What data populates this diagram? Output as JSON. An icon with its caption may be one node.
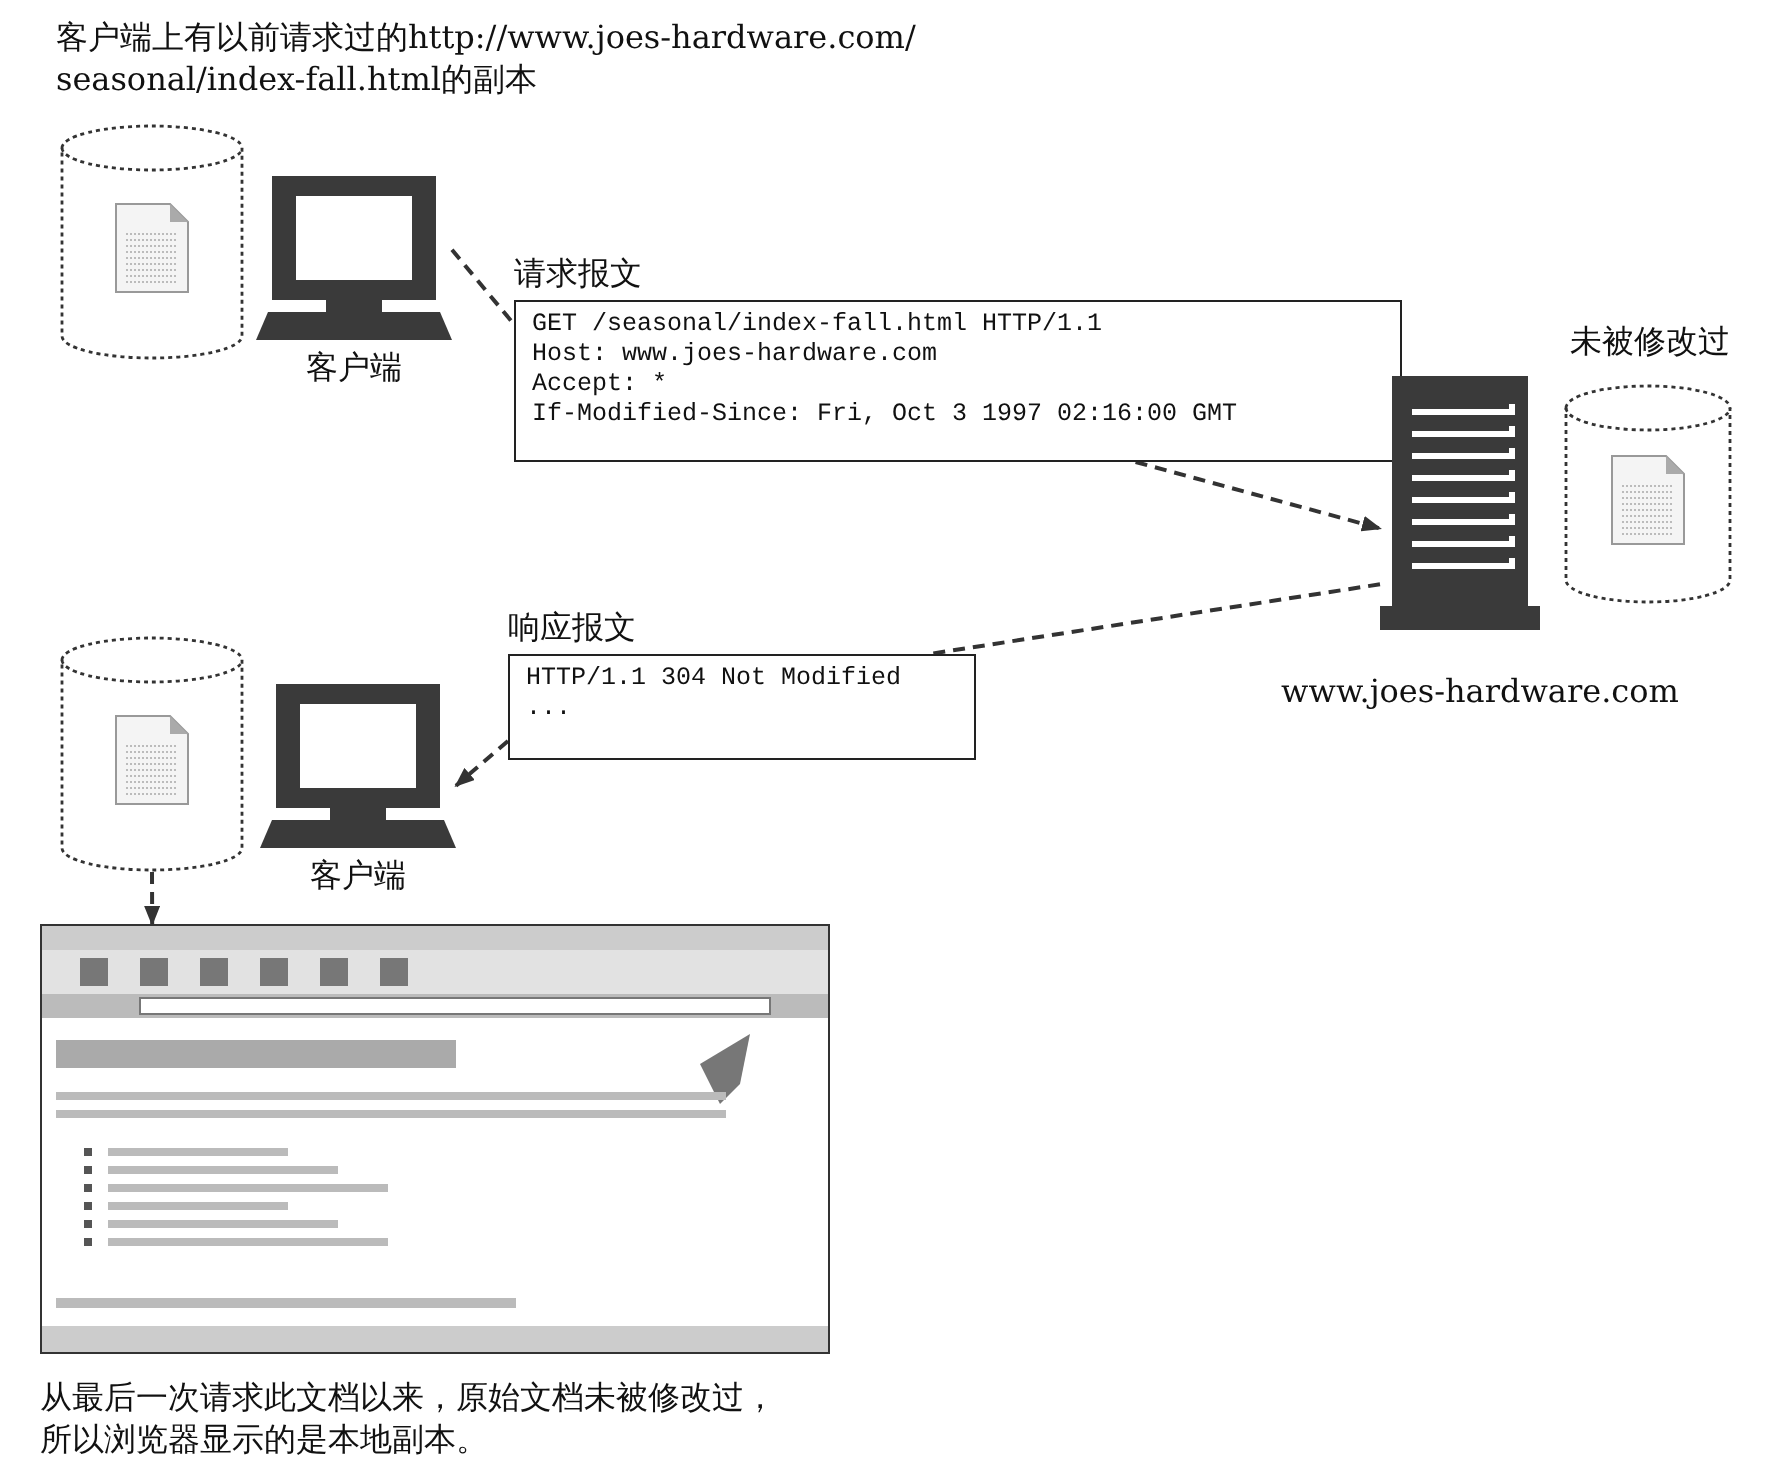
{
  "diagram": {
    "nodes": [
      {
        "text": [],
        "shape": "cylinder"
      },
      {
        "text": [],
        "shape": "picture",
        "beside": [
          "客户端"
        ]
      },
      {
        "text": [
          "请求报文",
          "GET /seasonal/index-fall.html HTTP/1.1",
          "Host: www.joes-hardware.com",
          "Accept: *",
          "If-Modified-Since: Fri, Oct 3 1997 02:16:00 GMT"
        ]
      },
      {
        "text": [],
        "shape": "picture",
        "beside": [
          "www.joes-hardware.com"
        ]
      },
      {
        "text": [],
        "shape": "cylinder",
        "beside": [
          "未被修改过"
        ]
      },
      {
        "text": [
          "响应报文",
          "HTTP/1.1 304 Not Modified",
          "..."
        ]
      },
      {
        "text": [],
        "shape": "cylinder"
      },
      {
        "text": [],
        "shape": "picture",
        "beside": [
          "客户端"
        ]
      },
      {
        "text": [],
        "shape": "picture"
      }
    ],
    "edges": [
      {
        "from": 1,
        "to": 2,
        "arrow": "none",
        "style": "dashed"
      },
      {
        "from": 2,
        "to": 3,
        "arrow": "to",
        "style": "dashed"
      },
      {
        "from": 3,
        "to": 5,
        "arrow": "none",
        "style": "dashed"
      },
      {
        "from": 5,
        "to": 7,
        "arrow": "to",
        "style": "dashed"
      },
      {
        "from": 6,
        "to": 8,
        "arrow": "to",
        "style": "dashed"
      }
    ],
    "labels": [
      "客户端上有以前请求过的http://www.joes-hardware.com/seasonal/index-fall.html的副本",
      "从最后一次请求此文档以来，原始文档未被修改过，所以浏览器显示的是本地副本。"
    ]
  }
}
